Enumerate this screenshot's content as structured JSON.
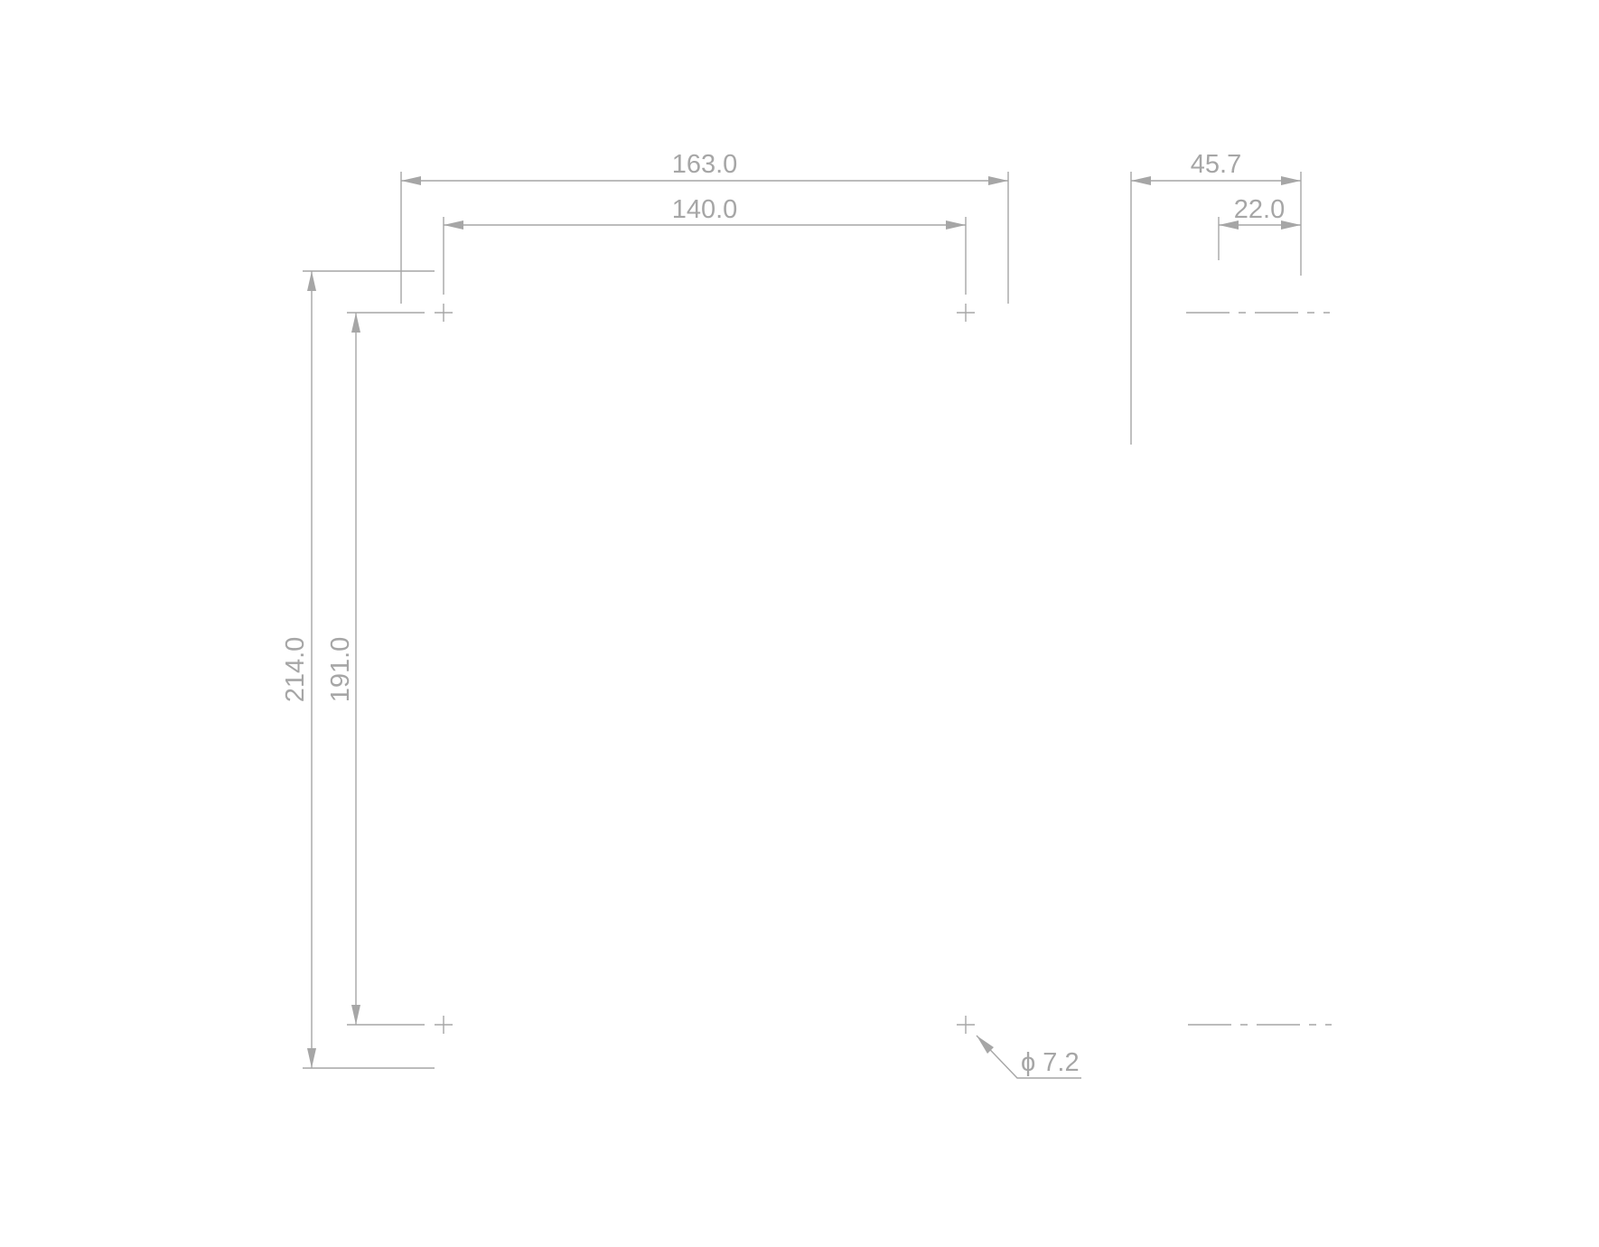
{
  "colors": {
    "background": "#ffffff",
    "line": "#a6a6a6",
    "text": "#a6a6a6"
  },
  "dimensions": {
    "overall_width": "163.0",
    "hole_spacing_horizontal": "140.0",
    "overall_height": "214.0",
    "hole_spacing_vertical": "191.0",
    "depth": "45.7",
    "mount_offset": "22.0",
    "hole_diameter": "ϕ 7.2"
  }
}
